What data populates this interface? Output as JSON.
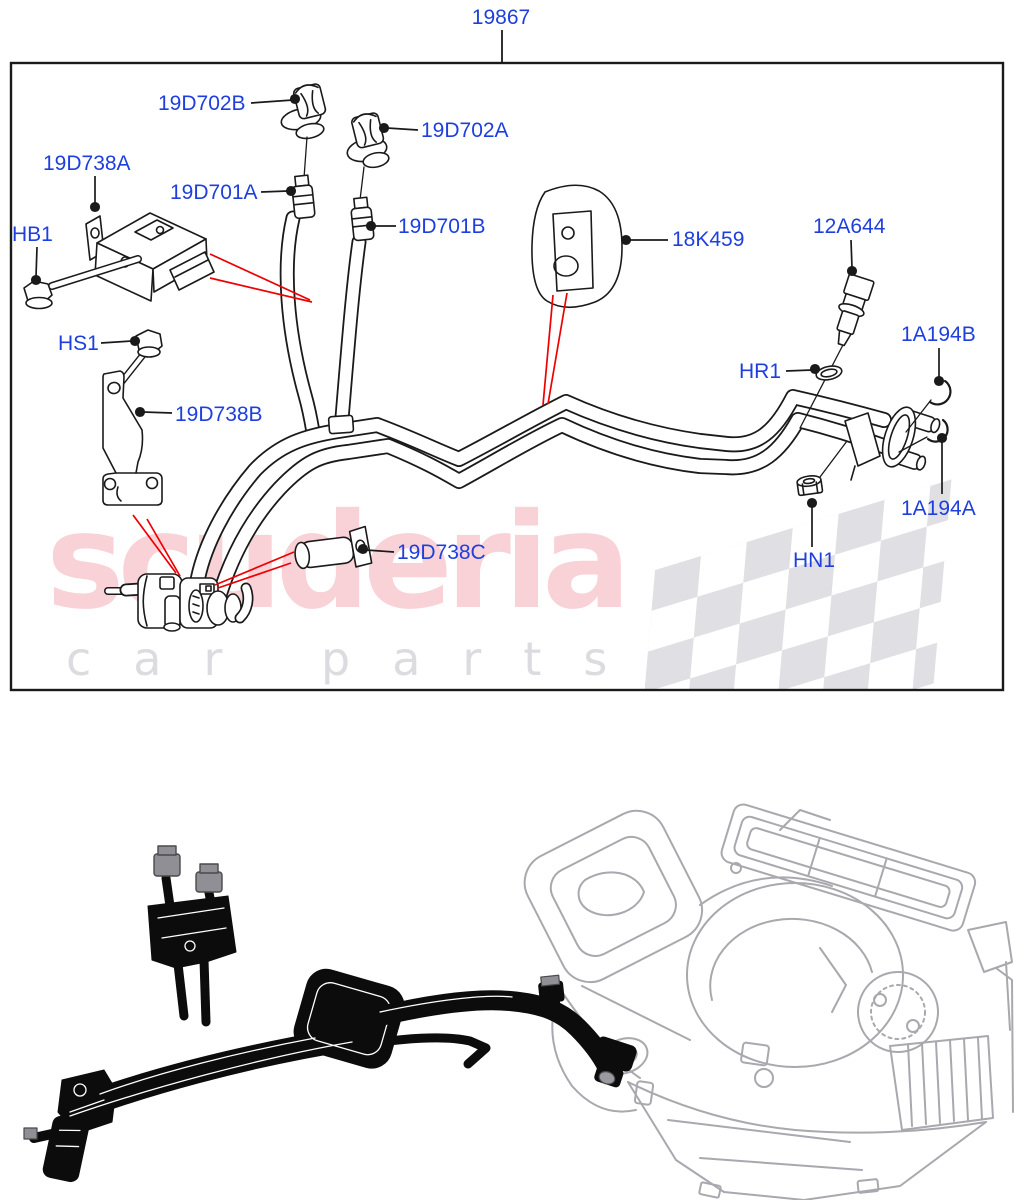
{
  "page": {
    "assembly_label": "19867",
    "watermark": {
      "brand": "scuderia",
      "tagline": "car parts"
    },
    "colors": {
      "label_blue": "#1e3fdd",
      "leader_red": "#ee0000",
      "line_black": "#1a1a1a",
      "watermark_pink": "#f8d2d7",
      "watermark_gray": "#dcdce0",
      "checker_gray": "#dfdfe4",
      "hvac_gray": "#a8a8ae"
    },
    "part_labels": [
      {
        "code": "19D702B"
      },
      {
        "code": "19D702A"
      },
      {
        "code": "19D738A"
      },
      {
        "code": "19D701A"
      },
      {
        "code": "19D701B"
      },
      {
        "code": "18K459"
      },
      {
        "code": "12A644"
      },
      {
        "code": "HB1"
      },
      {
        "code": "HS1"
      },
      {
        "code": "19D738B"
      },
      {
        "code": "HR1"
      },
      {
        "code": "1A194B"
      },
      {
        "code": "19D738C"
      },
      {
        "code": "1A194A"
      },
      {
        "code": "HN1"
      }
    ]
  }
}
